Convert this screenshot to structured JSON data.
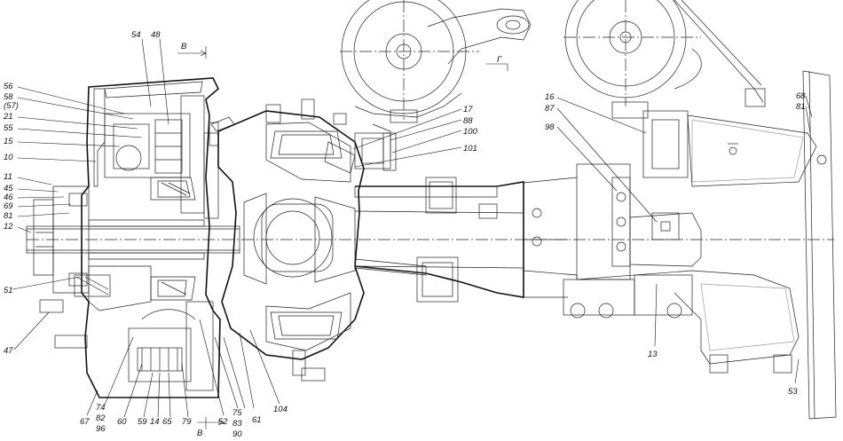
{
  "callouts": [
    {
      "id": "c54",
      "text": "54"
    },
    {
      "id": "c48",
      "text": "48"
    },
    {
      "id": "c56",
      "text": "56"
    },
    {
      "id": "c58",
      "text": "58"
    },
    {
      "id": "c57",
      "text": "(57)"
    },
    {
      "id": "c21",
      "text": "21"
    },
    {
      "id": "c55",
      "text": "55"
    },
    {
      "id": "c15",
      "text": "15"
    },
    {
      "id": "c10",
      "text": "10"
    },
    {
      "id": "c11",
      "text": "11"
    },
    {
      "id": "c45",
      "text": "45"
    },
    {
      "id": "c46",
      "text": "46"
    },
    {
      "id": "c69",
      "text": "69"
    },
    {
      "id": "c81a",
      "text": "81"
    },
    {
      "id": "c12",
      "text": "12"
    },
    {
      "id": "c51",
      "text": "51"
    },
    {
      "id": "c47",
      "text": "47"
    },
    {
      "id": "c67",
      "text": "67"
    },
    {
      "id": "c74",
      "text": "74"
    },
    {
      "id": "c82",
      "text": "82"
    },
    {
      "id": "c96",
      "text": "96"
    },
    {
      "id": "c60",
      "text": "60"
    },
    {
      "id": "c59",
      "text": "59"
    },
    {
      "id": "c14",
      "text": "14"
    },
    {
      "id": "c65",
      "text": "65"
    },
    {
      "id": "c79",
      "text": "79"
    },
    {
      "id": "c52",
      "text": "52"
    },
    {
      "id": "c75",
      "text": "75"
    },
    {
      "id": "c83",
      "text": "83"
    },
    {
      "id": "c90",
      "text": "90"
    },
    {
      "id": "c61",
      "text": "61"
    },
    {
      "id": "c104",
      "text": "104"
    },
    {
      "id": "c17",
      "text": "17"
    },
    {
      "id": "c88",
      "text": "88"
    },
    {
      "id": "c100",
      "text": "100"
    },
    {
      "id": "c101",
      "text": "101"
    },
    {
      "id": "c16",
      "text": "16"
    },
    {
      "id": "c87",
      "text": "87"
    },
    {
      "id": "c98",
      "text": "98"
    },
    {
      "id": "c68",
      "text": "68"
    },
    {
      "id": "c81b",
      "text": "81"
    },
    {
      "id": "c13",
      "text": "13"
    },
    {
      "id": "c53",
      "text": "53"
    }
  ],
  "section_marks": {
    "top": "В",
    "bottom": "В",
    "view": "Г"
  }
}
